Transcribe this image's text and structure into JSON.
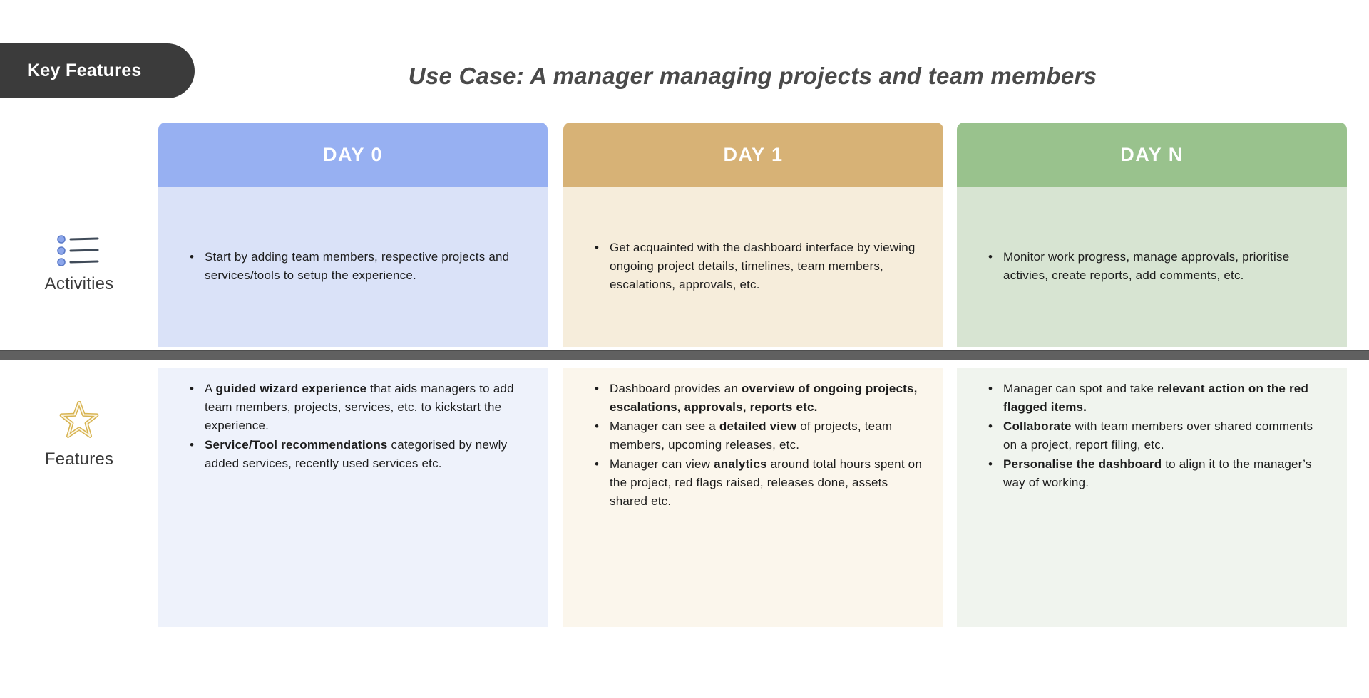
{
  "badge": {
    "label": "Key Features"
  },
  "title": "Use Case: A manager managing projects and team members",
  "row_labels": {
    "activities": "Activities",
    "features": "Features"
  },
  "divider_color": "#606060",
  "icons": {
    "activities": "bulleted-list-icon",
    "features": "star-icon"
  },
  "columns": [
    {
      "header": "DAY 0",
      "colors": {
        "header": "#97b0f2",
        "activities": "#dae2f8",
        "features": "#eef2fb"
      },
      "activities": [
        [
          {
            "t": "Start by adding team members, respective projects and services/tools to setup the experience.",
            "b": false
          }
        ]
      ],
      "features": [
        [
          {
            "t": "A ",
            "b": false
          },
          {
            "t": "guided wizard experience",
            "b": true
          },
          {
            "t": " that aids managers to add team members, projects, services, etc. to kickstart the experience.",
            "b": false
          }
        ],
        [
          {
            "t": "Service/Tool recommendations",
            "b": true
          },
          {
            "t": " categorised by newly added services, recently used services etc.",
            "b": false
          }
        ]
      ]
    },
    {
      "header": "DAY 1",
      "colors": {
        "header": "#d7b276",
        "activities": "#f6eddb",
        "features": "#fbf6ec"
      },
      "activities": [
        [
          {
            "t": "Get acquainted with the dashboard interface by viewing ongoing project details, timelines, team members, escalations, approvals, etc.",
            "b": false
          }
        ]
      ],
      "features": [
        [
          {
            "t": "Dashboard provides an ",
            "b": false
          },
          {
            "t": "overview of ongoing projects, escalations, approvals, reports etc.",
            "b": true
          }
        ],
        [
          {
            "t": "Manager can see a ",
            "b": false
          },
          {
            "t": "detailed view",
            "b": true
          },
          {
            "t": " of projects, team members, upcoming releases, etc.",
            "b": false
          }
        ],
        [
          {
            "t": "Manager can view ",
            "b": false
          },
          {
            "t": "analytics",
            "b": true
          },
          {
            "t": " around total hours spent on the project, red flags raised, releases done, assets shared etc.",
            "b": false
          }
        ]
      ]
    },
    {
      "header": "DAY N",
      "colors": {
        "header": "#99c28d",
        "activities": "#d7e4d2",
        "features": "#f0f4ee"
      },
      "activities": [
        [
          {
            "t": "Monitor work progress, manage approvals, prioritise activies, create reports, add comments, etc.",
            "b": false
          }
        ]
      ],
      "features": [
        [
          {
            "t": "Manager can spot and take ",
            "b": false
          },
          {
            "t": "relevant action on the red flagged items.",
            "b": true
          }
        ],
        [
          {
            "t": "Collaborate",
            "b": true
          },
          {
            "t": " with team members over shared comments on a project, report filing, etc.",
            "b": false
          }
        ],
        [
          {
            "t": "Personalise the dashboard",
            "b": true
          },
          {
            "t": " to align it to the manager’s way of working.",
            "b": false
          }
        ]
      ]
    }
  ]
}
